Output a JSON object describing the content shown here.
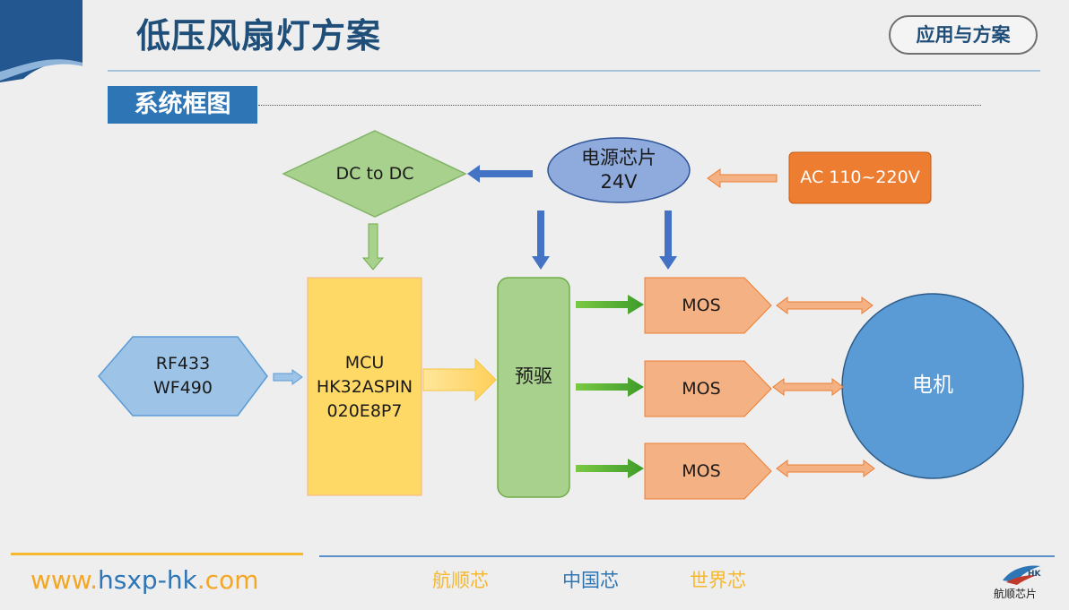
{
  "header": {
    "title": "低压风扇灯方案",
    "tag_button": "应用与方案"
  },
  "section": {
    "label": "系统框图"
  },
  "diagram": {
    "nodes": {
      "dcdc": "DC to DC",
      "power_line1": "电源芯片",
      "power_line2": "24V",
      "ac": "AC 110~220V",
      "rf_line1": "RF433",
      "rf_line2": "WF490",
      "mcu_line1": "MCU",
      "mcu_line2": "HK32ASPIN",
      "mcu_line3": "020E8P7",
      "predriver": "预驱",
      "mos1": "MOS",
      "mos2": "MOS",
      "mos3": "MOS",
      "motor": "电机"
    },
    "colors": {
      "green": "#a9d18e",
      "blue_arrow": "#4472c4",
      "orange": "#ed7d31",
      "salmon": "#f4b183",
      "yellow": "#ffd966",
      "light_blue": "#9dc3e6",
      "motor_blue": "#5b9bd5"
    }
  },
  "footer": {
    "url_prefix": "www.",
    "url_mid": "hsxp-hk",
    "url_suffix": ".com",
    "slogan1": "航顺芯",
    "slogan2": "中国芯",
    "slogan3": "世界芯",
    "logo_text": "航顺芯片",
    "logo_mark": "HK"
  }
}
